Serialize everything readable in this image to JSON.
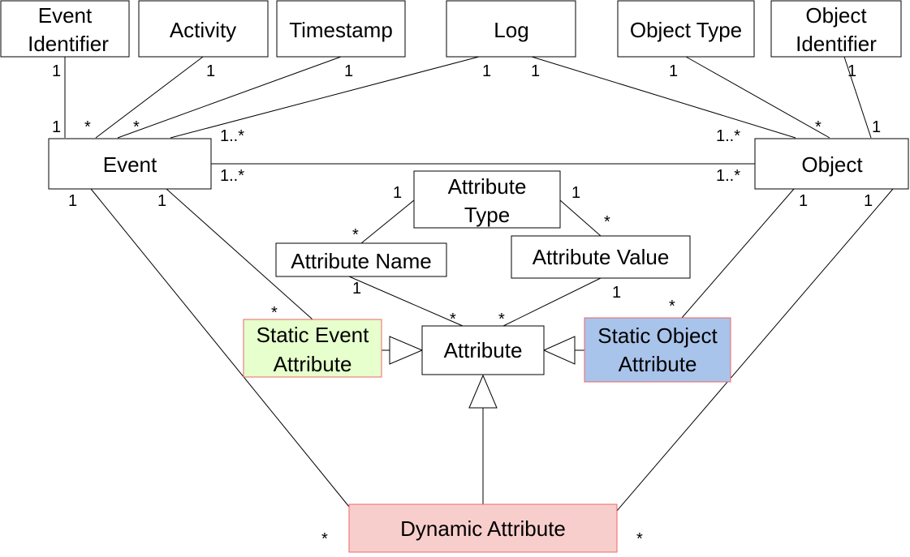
{
  "boxes": {
    "event_identifier": {
      "lines": [
        "Event",
        "Identifier"
      ]
    },
    "activity": {
      "lines": [
        "Activity"
      ]
    },
    "timestamp": {
      "lines": [
        "Timestamp"
      ]
    },
    "log": {
      "lines": [
        "Log"
      ]
    },
    "object_type": {
      "lines": [
        "Object Type"
      ]
    },
    "object_identifier": {
      "lines": [
        "Object",
        "Identifier"
      ]
    },
    "event": {
      "lines": [
        "Event"
      ]
    },
    "object": {
      "lines": [
        "Object"
      ]
    },
    "attribute_type": {
      "lines": [
        "Attribute",
        "Type"
      ]
    },
    "attribute_name": {
      "lines": [
        "Attribute Name"
      ]
    },
    "attribute_value": {
      "lines": [
        "Attribute Value"
      ]
    },
    "static_event_attribute": {
      "lines": [
        "Static Event",
        "Attribute"
      ],
      "fill": "#e6ffcc",
      "stroke": "#f06666"
    },
    "attribute": {
      "lines": [
        "Attribute"
      ]
    },
    "static_object_attribute": {
      "lines": [
        "Static Object",
        "Attribute"
      ],
      "fill": "#a9c4eb",
      "stroke": "#f06666"
    },
    "dynamic_attribute": {
      "lines": [
        "Dynamic Attribute"
      ],
      "fill": "#f8cecc",
      "stroke": "#f06666"
    }
  },
  "multiplicities": {
    "eid_top": "1",
    "eid_bottom": "1",
    "act_top": "1",
    "act_bottom": "*",
    "ts_top": "1",
    "ts_bottom": "*",
    "log_left": "1",
    "log_right": "1",
    "log_event": "1..*",
    "log_object": "1..*",
    "ot_top": "1",
    "ot_bottom": "*",
    "oid_top": "1",
    "oid_bottom": "1",
    "ev_obj_event": "1..*",
    "ev_obj_object": "1..*",
    "ev_dyn_top": "1",
    "ev_dyn_bottom": "*",
    "ev_sea_top": "1",
    "ev_sea_bottom": "*",
    "obj_soa_top": "1",
    "obj_soa_bottom": "*",
    "obj_dyn_top": "1",
    "obj_dyn_bottom": "*",
    "at_an_top": "1",
    "at_an_bottom": "*",
    "at_av_top": "1",
    "at_av_bottom": "*",
    "an_attr_top": "1",
    "an_attr_bottom": "*",
    "av_attr_top": "1",
    "av_attr_bottom": "*"
  }
}
